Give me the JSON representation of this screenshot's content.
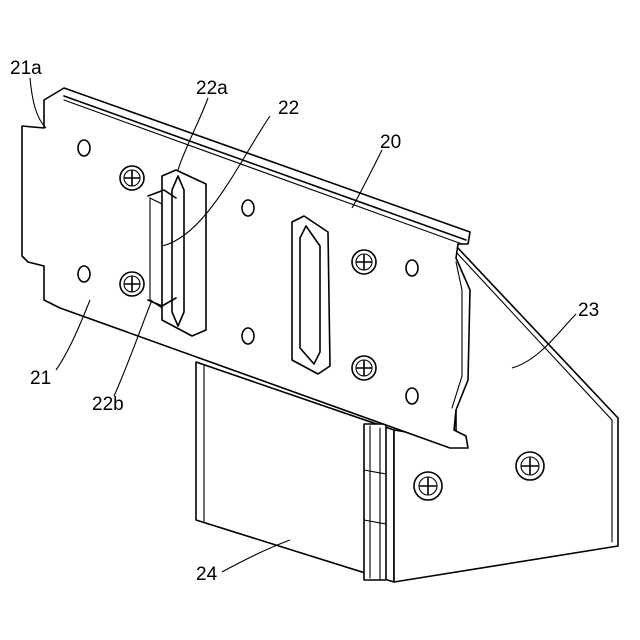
{
  "figure": {
    "labels": {
      "l21a": "21a",
      "l22a": "22a",
      "l22": "22",
      "l20": "20",
      "l23": "23",
      "l21": "21",
      "l22b": "22b",
      "l24": "24"
    }
  }
}
